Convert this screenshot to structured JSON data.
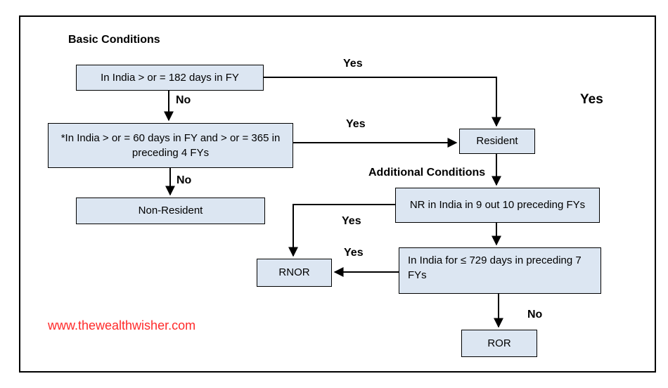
{
  "colors": {
    "node_fill": "#dce6f2",
    "node_border": "#000000",
    "line": "#000000",
    "watermark": "#ff2a2a"
  },
  "headings": {
    "basic": "Basic Conditions",
    "additional": "Additional Conditions"
  },
  "nodes": {
    "days182": "In India > or = 182 days in FY",
    "days60": "*In India > or = 60 days in FY and > or = 365 in\npreceding 4 FYs",
    "non_resident": "Non-Resident",
    "resident": "Resident",
    "nr_9_of_10": "NR in India in 9 out 10 preceding FYs",
    "days729": "In India for ≤ 729 days in preceding 7\nFYs",
    "rnor": "RNOR",
    "ror": "ROR"
  },
  "edge_labels": {
    "yes_182_to_resident": "Yes",
    "no_182": "No",
    "yes_60_to_resident": "Yes",
    "no_60": "No",
    "yes_standalone": "Yes",
    "yes_nr_to_rnor": "Yes",
    "yes_729_to_rnor": "Yes",
    "no_729_to_ror": "No"
  },
  "watermark": "www.thewealthwisher.com"
}
